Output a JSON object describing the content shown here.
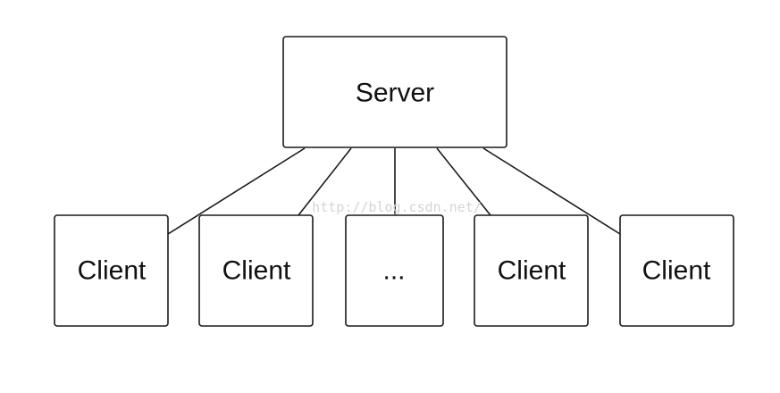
{
  "diagram": {
    "server": {
      "label": "Server"
    },
    "clients": [
      {
        "label": "Client"
      },
      {
        "label": "Client"
      },
      {
        "label": "..."
      },
      {
        "label": "Client"
      },
      {
        "label": "Client"
      }
    ]
  },
  "watermark": {
    "text": "http://blog.csdn.net/"
  }
}
